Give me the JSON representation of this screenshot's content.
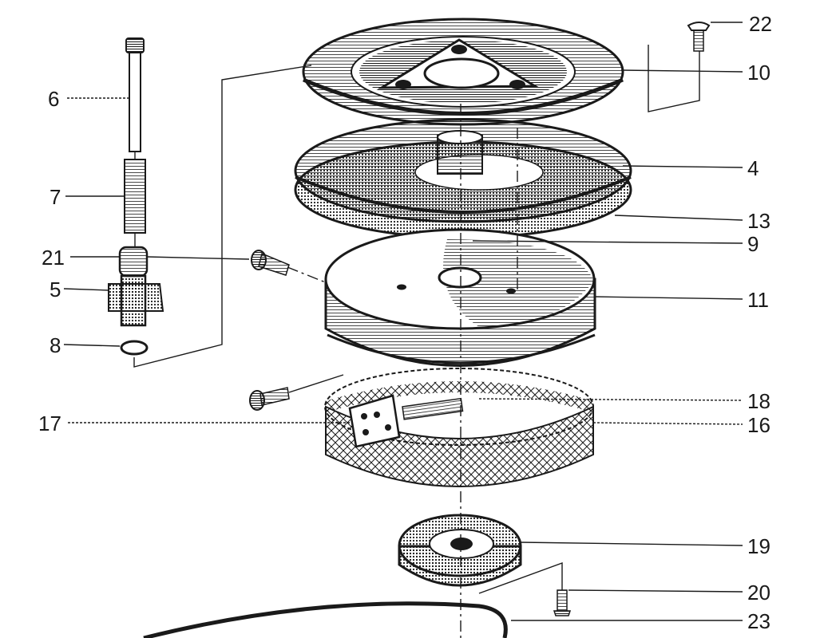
{
  "figure": {
    "callouts": {
      "n22": "22",
      "n10": "10",
      "n6": "6",
      "n4": "4",
      "n7": "7",
      "n13": "13",
      "n9": "9",
      "n21": "21",
      "n5": "5",
      "n11": "11",
      "n8": "8",
      "n18": "18",
      "n17": "17",
      "n16": "16",
      "n19": "19",
      "n20": "20",
      "n23": "23"
    }
  }
}
